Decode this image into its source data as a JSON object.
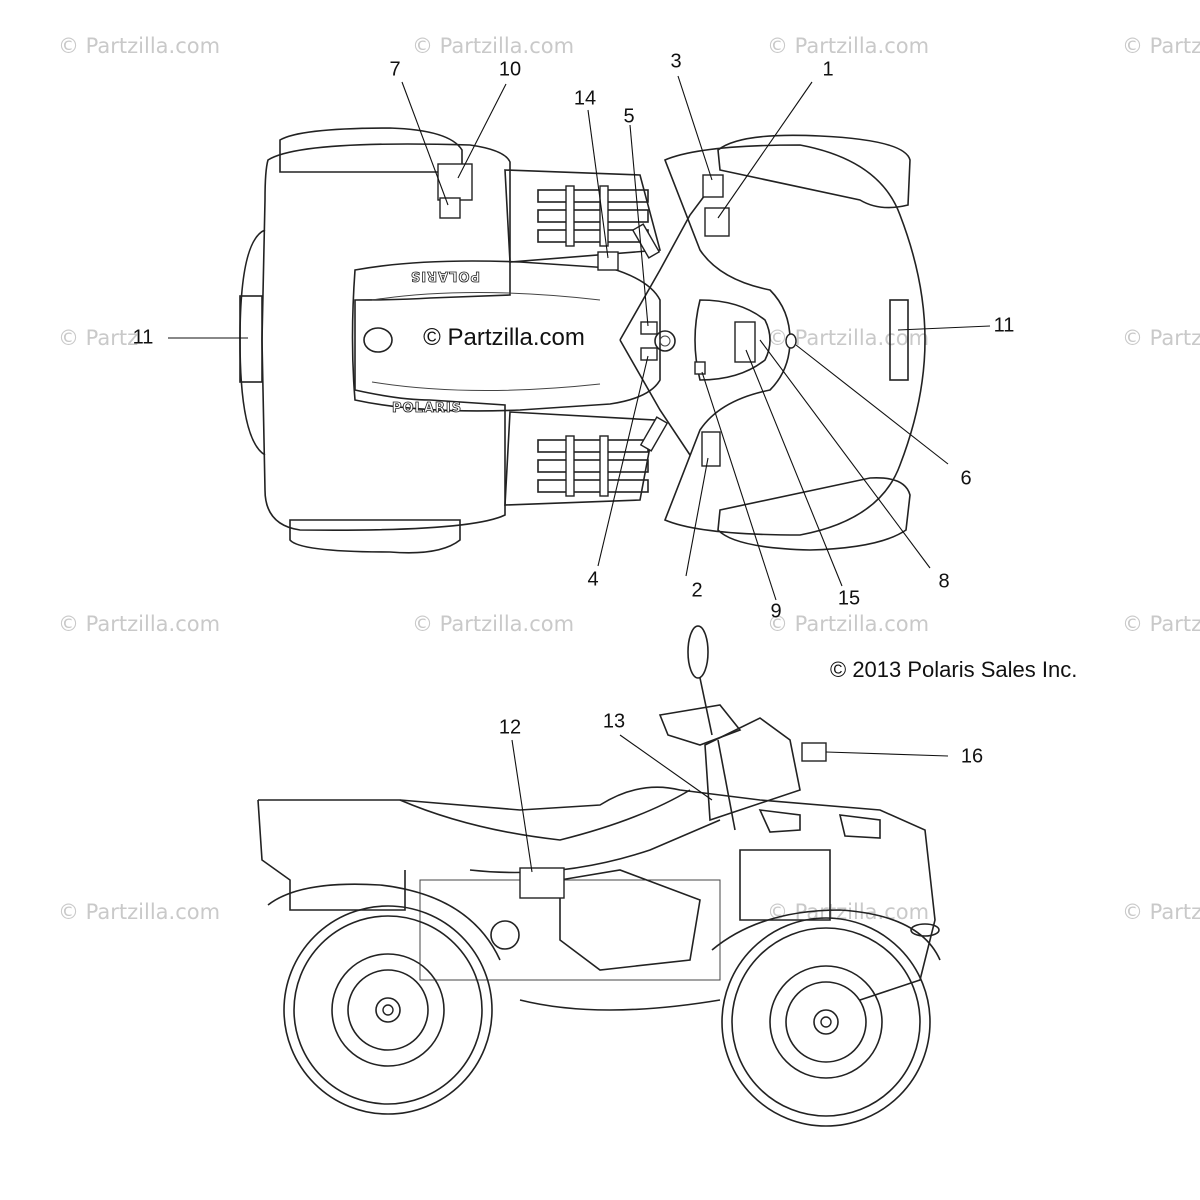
{
  "watermark_text": "© Partzilla.com",
  "center_watermark": "© Partzilla.com",
  "copyright": "© 2013 Polaris Sales Inc.",
  "brand_logo": "POLARIS",
  "callouts": {
    "c1": "1",
    "c2": "2",
    "c3": "3",
    "c4": "4",
    "c5": "5",
    "c6": "6",
    "c7": "7",
    "c8": "8",
    "c9": "9",
    "c10": "10",
    "c11_left": "11",
    "c11_right": "11",
    "c12": "12",
    "c13": "13",
    "c14": "14",
    "c15": "15",
    "c16": "16"
  }
}
